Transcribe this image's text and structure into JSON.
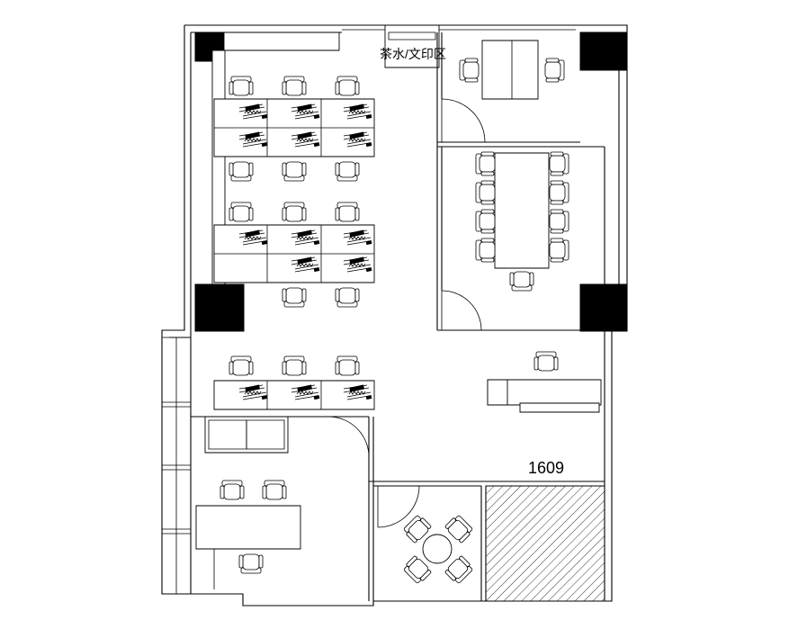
{
  "labels": {
    "pantry_print_area": "茶水/文印区",
    "room_number": "1609"
  },
  "colors": {
    "line": "#000000",
    "background": "#ffffff",
    "column_fill": "#000000"
  },
  "icons": {
    "chair": "chair-icon",
    "computer": "computer-icon",
    "door": "door-swing-icon",
    "column": "structural-column",
    "hatch": "hatched-area"
  }
}
